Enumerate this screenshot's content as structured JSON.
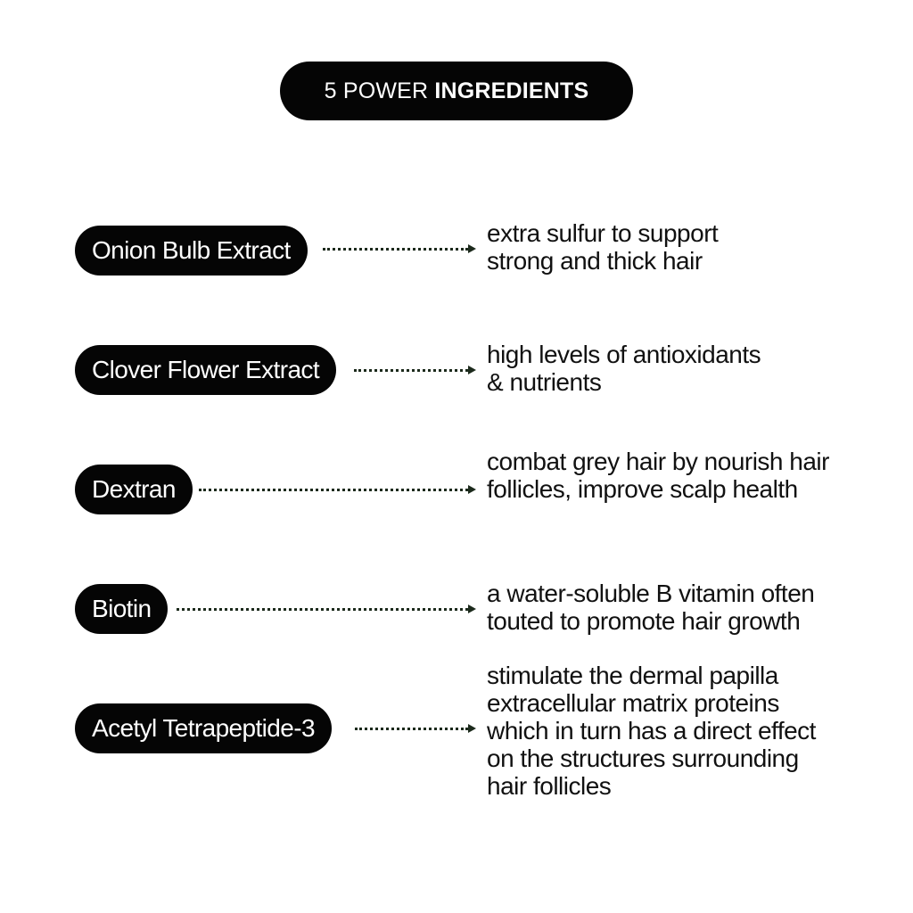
{
  "header": {
    "title_light": "5 POWER",
    "title_bold": "INGREDIENTS"
  },
  "ingredients": [
    {
      "name": "Onion Bulb Extract",
      "description_lines": [
        "extra sulfur to support",
        "strong and thick hair"
      ]
    },
    {
      "name": "Clover Flower Extract",
      "description_lines": [
        "high levels of antioxidants",
        "& nutrients"
      ]
    },
    {
      "name": "Dextran",
      "description_lines": [
        "combat grey hair by nourish hair",
        "follicles, improve scalp health"
      ]
    },
    {
      "name": "Biotin",
      "description_lines": [
        "a water-soluble B vitamin often",
        "touted to promote hair growth"
      ]
    },
    {
      "name": "Acetyl Tetrapeptide-3",
      "description_lines": [
        "stimulate the dermal papilla",
        "extracellular matrix proteins",
        "which in turn has a direct effect",
        "on the structures surrounding",
        "hair follicles"
      ]
    }
  ],
  "colors": {
    "pill_background": "#050505",
    "pill_text": "#ffffff",
    "arrow": "#1c2a1c",
    "body_text": "#111111",
    "background": "#ffffff"
  }
}
